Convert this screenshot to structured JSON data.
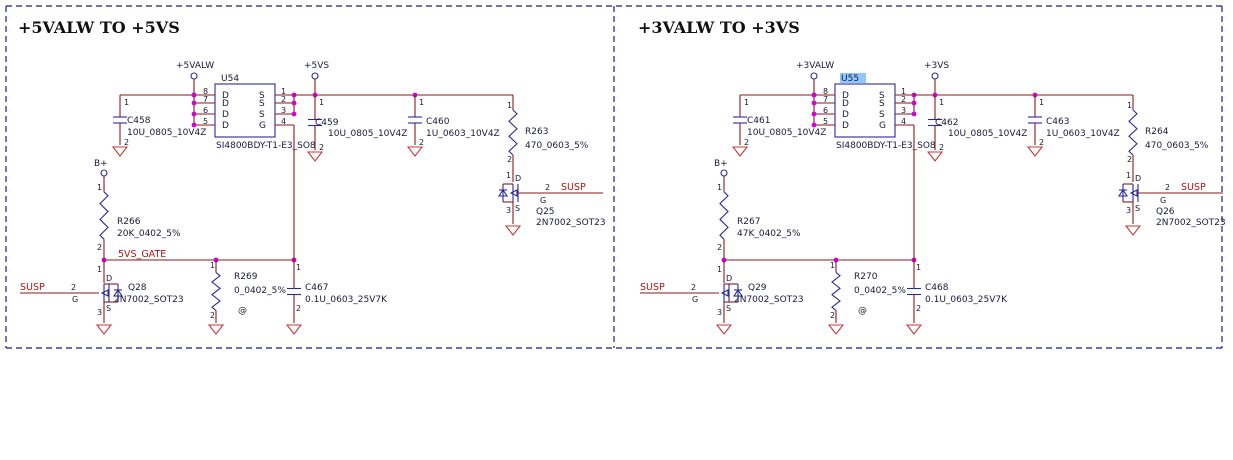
{
  "sections": [
    {
      "title": "+5VALW TO +5VS",
      "ic": {
        "ref": "U54",
        "value": "SI4800BDY-T1-E3_SO8",
        "highlighted": false
      },
      "rails": {
        "in": "+5VALW",
        "out": "+5VS",
        "batt": "B+"
      },
      "caps": [
        {
          "ref": "C458",
          "value": "10U_0805_10V4Z"
        },
        {
          "ref": "C459",
          "value": "10U_0805_10V4Z"
        },
        {
          "ref": "C460",
          "value": "1U_0603_10V4Z"
        },
        {
          "ref": "C467",
          "value": "0.1U_0603_25V7K"
        }
      ],
      "resistors": [
        {
          "ref": "R263",
          "value": "470_0603_5%"
        },
        {
          "ref": "R266",
          "value": "20K_0402_5%"
        },
        {
          "ref": "R269",
          "value": "0_0402_5%"
        }
      ],
      "fets": [
        {
          "ref": "Q25",
          "value": "2N7002_SOT23"
        },
        {
          "ref": "Q28",
          "value": "2N7002_SOT23"
        }
      ],
      "nets": {
        "gate": "5VS_GATE",
        "susp": "SUSP"
      },
      "mark": "@"
    },
    {
      "title": "+3VALW TO +3VS",
      "ic": {
        "ref": "U55",
        "value": "SI4800BDY-T1-E3_SO8",
        "highlighted": true
      },
      "rails": {
        "in": "+3VALW",
        "out": "+3VS",
        "batt": "B+"
      },
      "caps": [
        {
          "ref": "C461",
          "value": "10U_0805_10V4Z"
        },
        {
          "ref": "C462",
          "value": "10U_0805_10V4Z"
        },
        {
          "ref": "C463",
          "value": "1U_0603_10V4Z"
        },
        {
          "ref": "C468",
          "value": "0.1U_0603_25V7K"
        }
      ],
      "resistors": [
        {
          "ref": "R264",
          "value": "470_0603_5%"
        },
        {
          "ref": "R267",
          "value": "47K_0402_5%"
        },
        {
          "ref": "R270",
          "value": "0_0402_5%"
        }
      ],
      "fets": [
        {
          "ref": "Q26",
          "value": "2N7002_SOT23"
        },
        {
          "ref": "Q29",
          "value": "2N7002_SOT23"
        }
      ],
      "nets": {
        "gate": "",
        "susp": "SUSP"
      },
      "mark": "@"
    }
  ],
  "ic_pins": {
    "left_numbers": [
      "8",
      "7",
      "6",
      "5"
    ],
    "left_labels": [
      "D",
      "D",
      "D",
      "D"
    ],
    "right_numbers": [
      "1",
      "2",
      "3",
      "4"
    ],
    "right_labels": [
      "S",
      "S",
      "S",
      "G"
    ]
  },
  "fet_pins": {
    "d": "D",
    "g": "G",
    "s": "S"
  },
  "colors": {
    "wire": "#8b1a1a",
    "component": "#2a2a9a",
    "net_label": "#b01515",
    "junction": "#d400d4",
    "frame": "#1a1a8a"
  }
}
